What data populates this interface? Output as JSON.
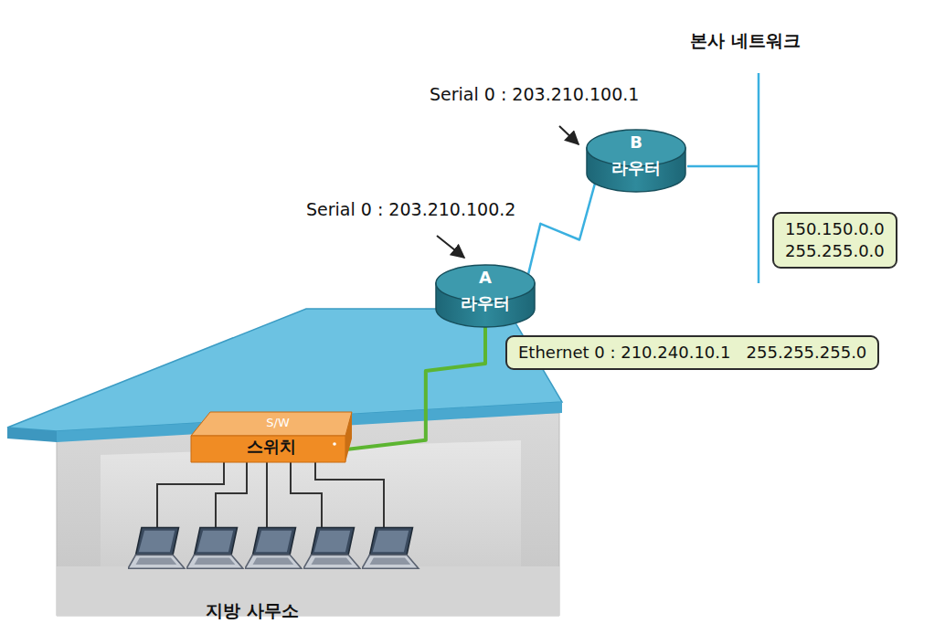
{
  "diagram": {
    "nodes": [
      {
        "text": [
          "B",
          "라우터"
        ]
      },
      {
        "text": [
          "150.150.0.0",
          "255.255.0.0"
        ]
      },
      {
        "text": [
          "A",
          "라우터"
        ]
      },
      {
        "text": [
          "Ethernet 0 : 210.240.10.1   255.255.255.0"
        ]
      },
      {
        "text": [
          "S/W",
          "스위치"
        ]
      }
    ],
    "edges": [
      {
        "from": 2,
        "to": 0,
        "arrow": "none"
      },
      {
        "from": 2,
        "to": 4,
        "arrow": "none"
      }
    ],
    "labels": [
      "본사 네트워크",
      "Serial 0 : 203.210.100.1",
      "Serial 0 : 203.210.100.2",
      "지방 사무소"
    ]
  }
}
